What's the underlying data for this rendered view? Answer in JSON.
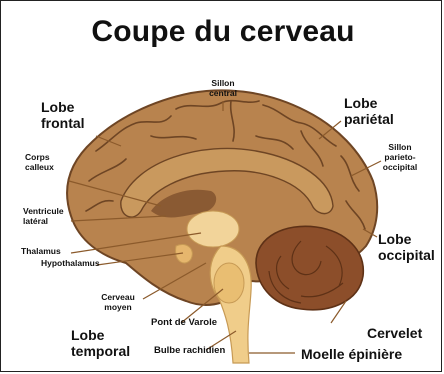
{
  "title": "Coupe du cerveau",
  "colors": {
    "brain_outer": "#B8834E",
    "brain_gyri_line": "#6E4524",
    "corpus": "#C9995E",
    "ventricle": "#8A5A33",
    "thalamus": "#F2D49A",
    "brainstem": "#F0CD8A",
    "cerebellum": "#8C4E2A",
    "leader_line": "#8B5A2B"
  },
  "labels": {
    "lobe_frontal": "Lobe\nfrontal",
    "sillon_central": "Sillon\ncentral",
    "lobe_parietal": "Lobe\npariétal",
    "corps_calleux": "Corps\ncalleux",
    "sillon_parieto_occipital": "Sillon\nparieto-\noccipital",
    "ventricule_lateral": "Ventricule\nlatéral",
    "thalamus": "Thalamus",
    "hypothalamus": "Hypothalamus",
    "lobe_occipital": "Lobe\noccipital",
    "cerveau_moyen": "Cerveau\nmoyen",
    "lobe_temporal": "Lobe\ntemporal",
    "pont_de_varole": "Pont de Varole",
    "bulbe_rachidien": "Bulbe rachidien",
    "cervelet": "Cervelet",
    "moelle_epiniere": "Moelle épinière"
  }
}
